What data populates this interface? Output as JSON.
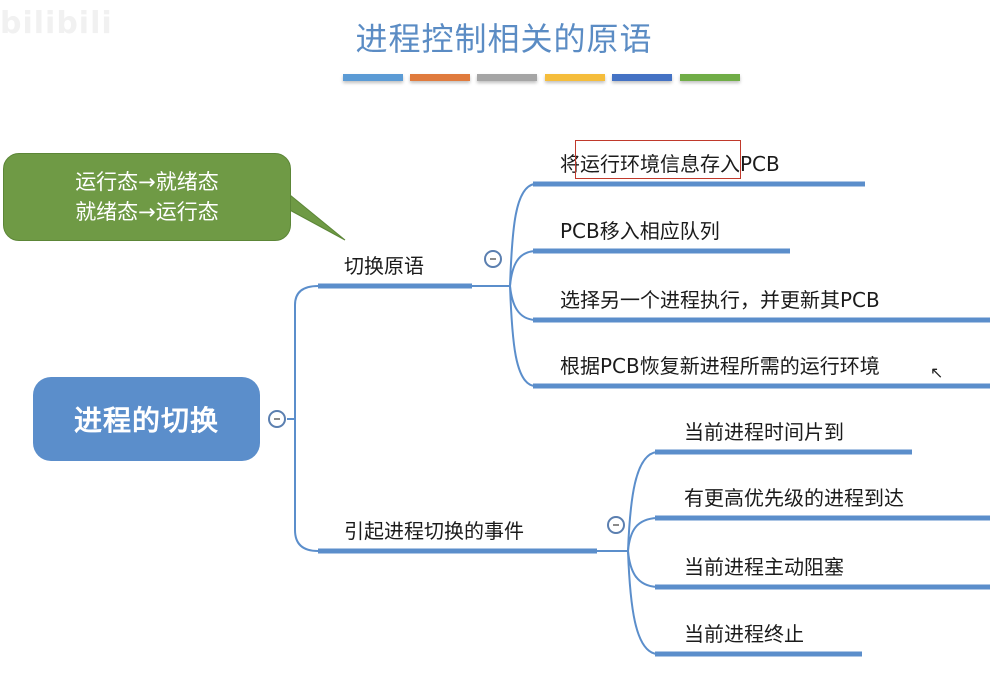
{
  "watermark": "bilibili",
  "title": "进程控制相关的原语",
  "color_bar": [
    "#5b9bd5",
    "#e07b3d",
    "#a5a5a5",
    "#f5bd3b",
    "#4472c4",
    "#70ad47"
  ],
  "callout": {
    "lines": [
      "运行态→就绪态",
      "就绪态→运行态"
    ],
    "color": "#6f9a45"
  },
  "mindmap": {
    "root": "进程的切换",
    "branches": [
      {
        "label": "切换原语",
        "children": [
          "将运行环境信息存入PCB",
          "PCB移入相应队列",
          "选择另一个进程执行，并更新其PCB",
          "根据PCB恢复新进程所需的运行环境"
        ]
      },
      {
        "label": "引起进程切换的事件",
        "children": [
          "当前进程时间片到",
          "有更高优先级的进程到达",
          "当前进程主动阻塞",
          "当前进程终止"
        ]
      }
    ],
    "line_color": "#5b8ecb"
  },
  "icons": {
    "collapse": "minus-circle-icon",
    "cursor": "mouse-pointer-icon"
  }
}
